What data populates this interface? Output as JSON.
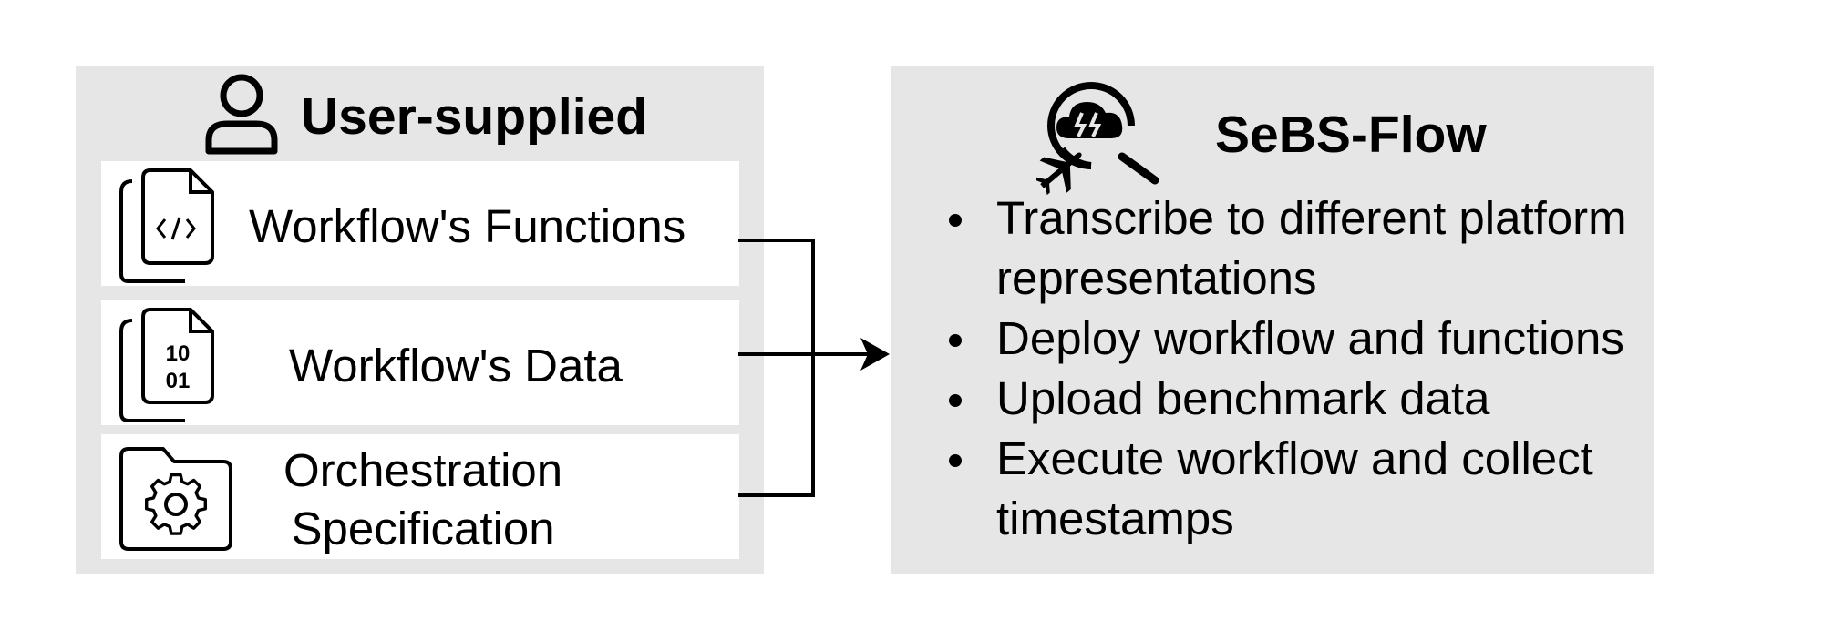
{
  "user_supplied": {
    "title": "User-supplied",
    "icon": "user-icon",
    "inputs": [
      {
        "label": "Workflow's Functions",
        "icon": "code-file-icon"
      },
      {
        "label": "Workflow's Data",
        "icon": "binary-file-icon"
      },
      {
        "label_lines": [
          "Orchestration",
          "Specification"
        ],
        "icon": "gear-folder-icon"
      }
    ]
  },
  "sebs_flow": {
    "title": "SeBS-Flow",
    "icon": "sebs-logo-icon",
    "tasks": [
      "Transcribe to different platform representations",
      "Deploy workflow and functions",
      "Upload benchmark data",
      "Execute workflow and collect timestamps"
    ]
  },
  "colors": {
    "panel_background": "#e6e6e6",
    "card_background": "#ffffff",
    "stroke": "#000000"
  }
}
